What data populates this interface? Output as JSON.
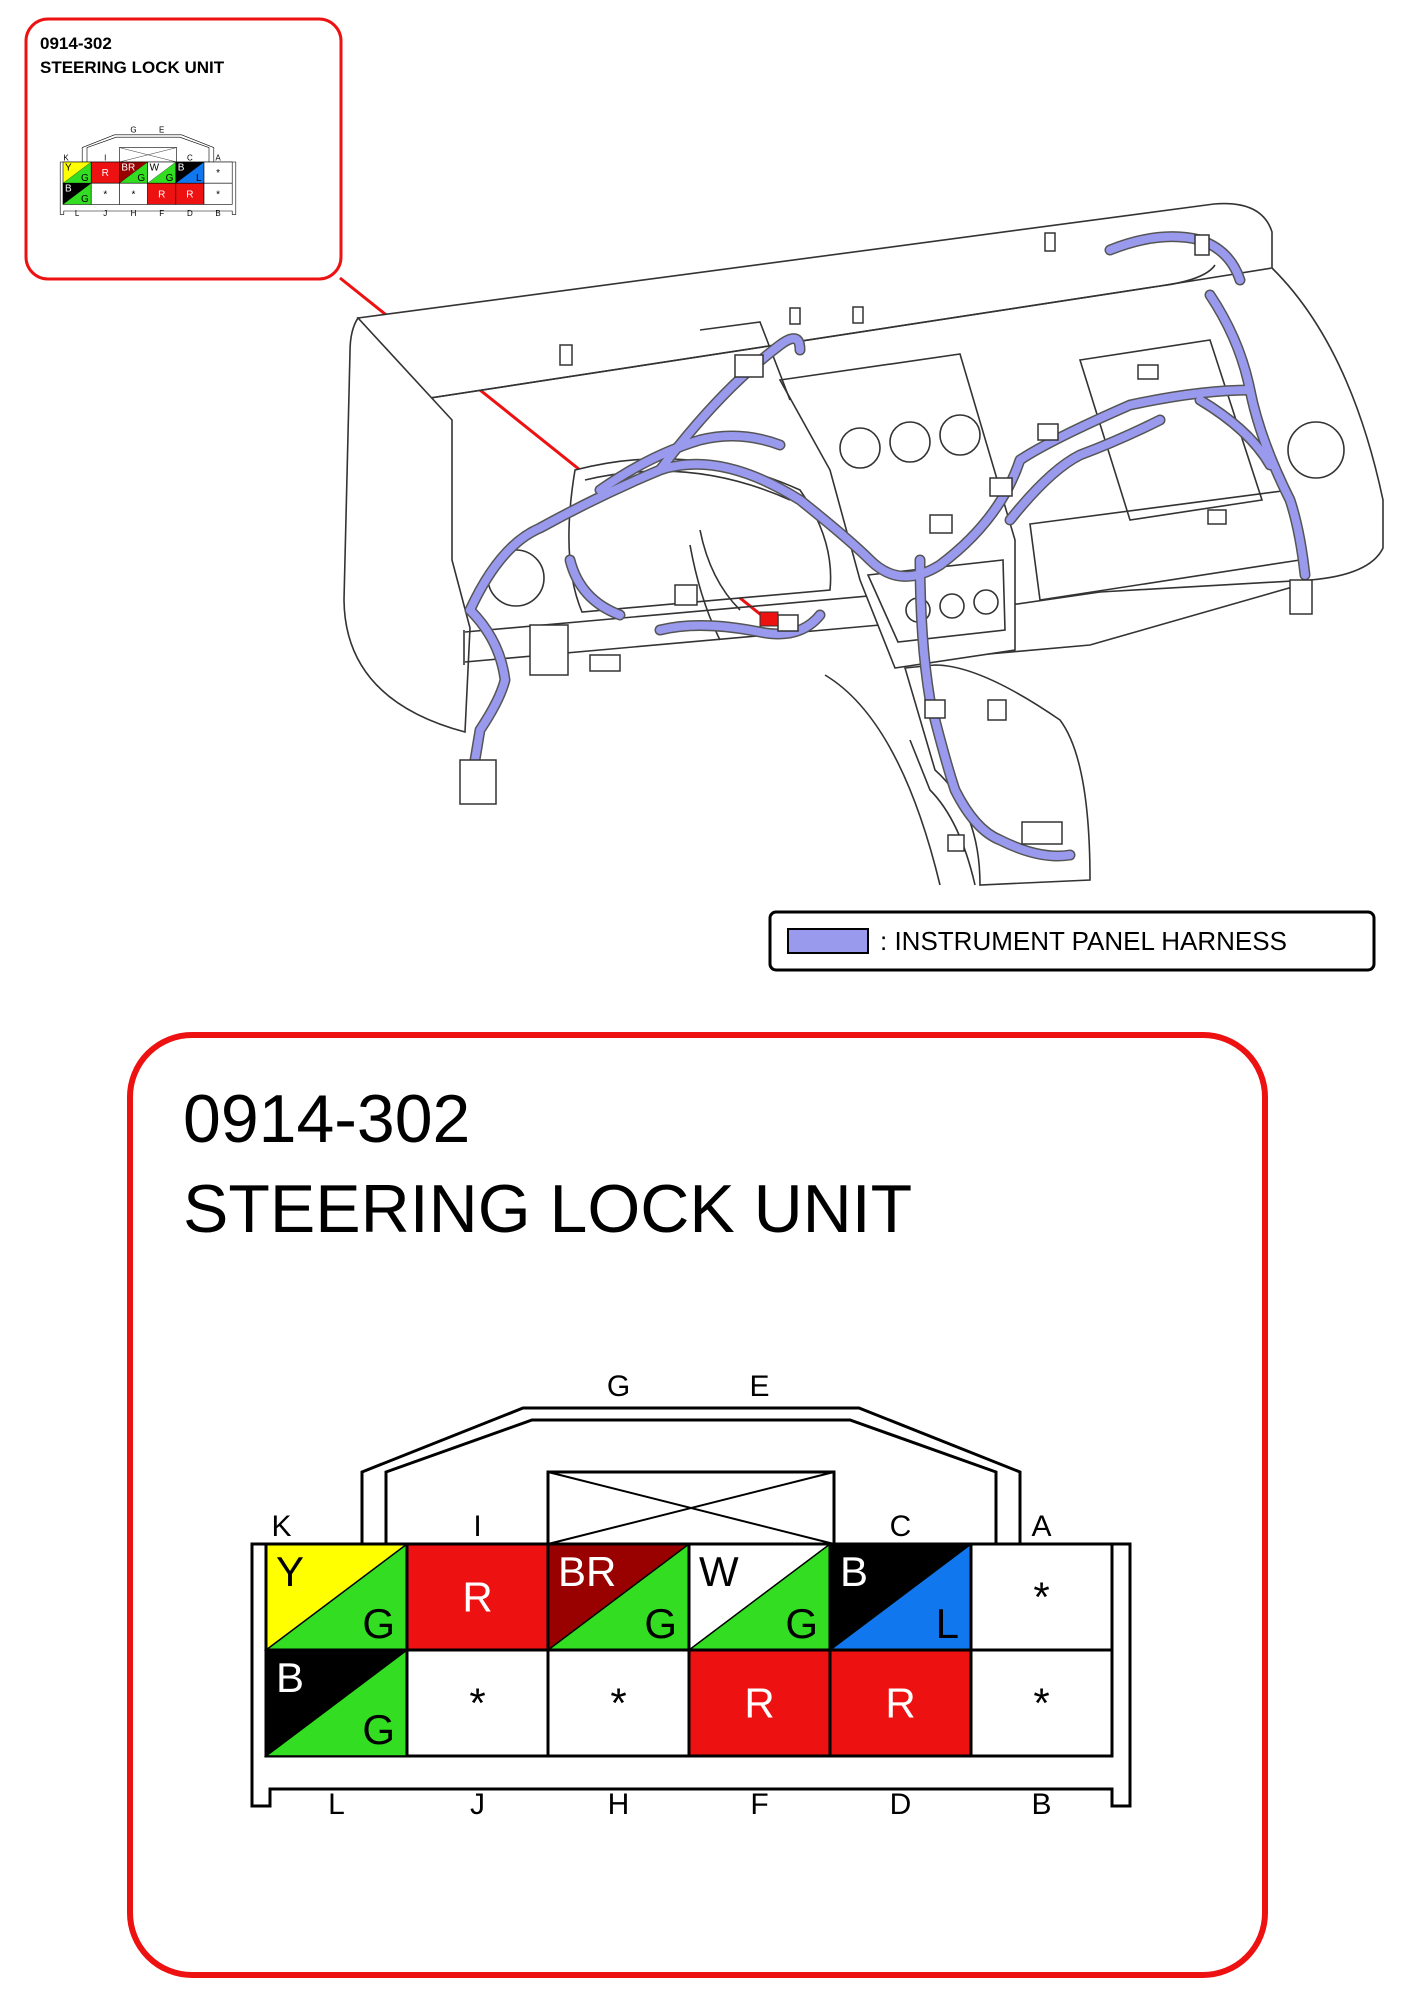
{
  "connector": {
    "code": "0914-302",
    "name": "STEERING LOCK UNIT"
  },
  "legend": {
    "label": ": INSTRUMENT PANEL HARNESS",
    "color": "#9999ee"
  },
  "pins": {
    "top_row_labels": [
      "K",
      "I",
      "",
      "",
      "C",
      "A"
    ],
    "bottom_row_labels": [
      "L",
      "J",
      "H",
      "F",
      "D",
      "B"
    ],
    "header_labels": [
      "G",
      "E"
    ],
    "top_row": [
      {
        "pin": "K",
        "main": "Y",
        "stripe": "G",
        "main_color": "#ffff00",
        "stripe_color": "#33dd22"
      },
      {
        "pin": "I",
        "main": "R",
        "stripe": "",
        "main_color": "#ee1111",
        "stripe_color": ""
      },
      {
        "pin": "G",
        "main": "BR",
        "stripe": "G",
        "main_color": "#990000",
        "stripe_color": "#33dd22"
      },
      {
        "pin": "E",
        "main": "W",
        "stripe": "G",
        "main_color": "#ffffff",
        "stripe_color": "#33dd22"
      },
      {
        "pin": "C",
        "main": "B",
        "stripe": "L",
        "main_color": "#000000",
        "stripe_color": "#1177ee"
      },
      {
        "pin": "A",
        "main": "*",
        "stripe": "",
        "main_color": "#ffffff",
        "stripe_color": ""
      }
    ],
    "bottom_row": [
      {
        "pin": "L",
        "main": "B",
        "stripe": "G",
        "main_color": "#000000",
        "stripe_color": "#33dd22"
      },
      {
        "pin": "J",
        "main": "*",
        "stripe": "",
        "main_color": "#ffffff",
        "stripe_color": ""
      },
      {
        "pin": "H",
        "main": "*",
        "stripe": "",
        "main_color": "#ffffff",
        "stripe_color": ""
      },
      {
        "pin": "F",
        "main": "R",
        "stripe": "",
        "main_color": "#ee1111",
        "stripe_color": ""
      },
      {
        "pin": "D",
        "main": "R",
        "stripe": "",
        "main_color": "#ee1111",
        "stripe_color": ""
      },
      {
        "pin": "B",
        "main": "*",
        "stripe": "",
        "main_color": "#ffffff",
        "stripe_color": ""
      }
    ]
  },
  "colors": {
    "callout_border": "#ee1111",
    "harness": "#9999ee"
  }
}
